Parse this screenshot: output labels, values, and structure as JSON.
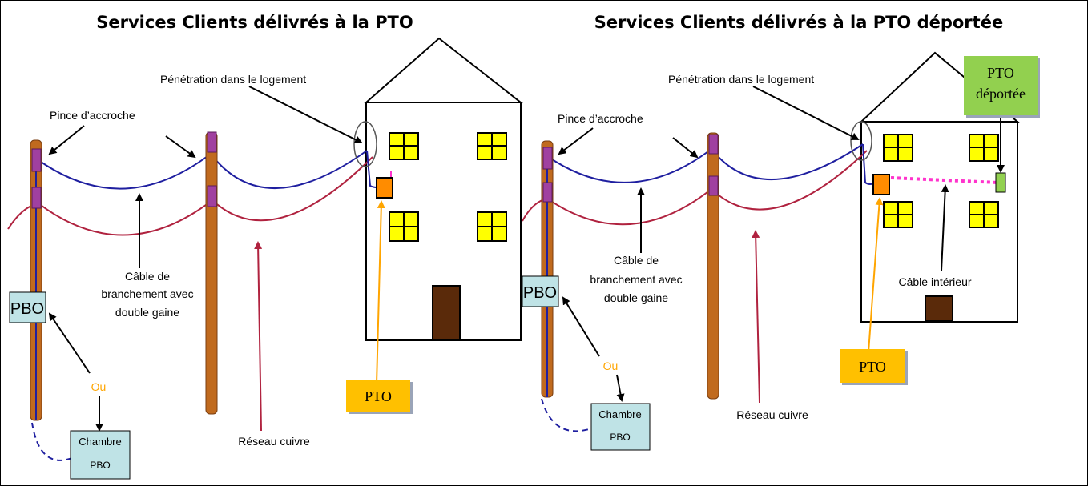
{
  "titles": {
    "left": "Services Clients délivrés à la PTO",
    "right": "Services Clients délivrés à la PTO déportée"
  },
  "labels": {
    "penetration": "Pénétration dans le logement",
    "pince": "Pince d’accroche",
    "cable_line1": "Câble de",
    "cable_line2": "branchement avec",
    "cable_line3": "double gaine",
    "reseau": "Réseau cuivre",
    "pbo": "PBO",
    "ou": "Ou",
    "chambre": "Chambre",
    "chambre_pbo": "PBO",
    "pto": "PTO",
    "cable_interieur": "Câble intérieur",
    "pto_deportee_line1": "PTO",
    "pto_deportee_line2": "déportée"
  },
  "colors": {
    "blue_cable": "#1f1fa0",
    "red_cable": "#b0223f",
    "pole": "#c06a1e",
    "clamp": "#a040a0",
    "window": "#ffff00",
    "door": "#5a2a0a",
    "pto_box": "#ffc000",
    "pbo_box": "#bfe3e6",
    "pto_deportee_box": "#92d050",
    "pto_arrow": "#ffa500",
    "ou_text": "#ffa500",
    "indoor_cable": "#ff33cc"
  }
}
